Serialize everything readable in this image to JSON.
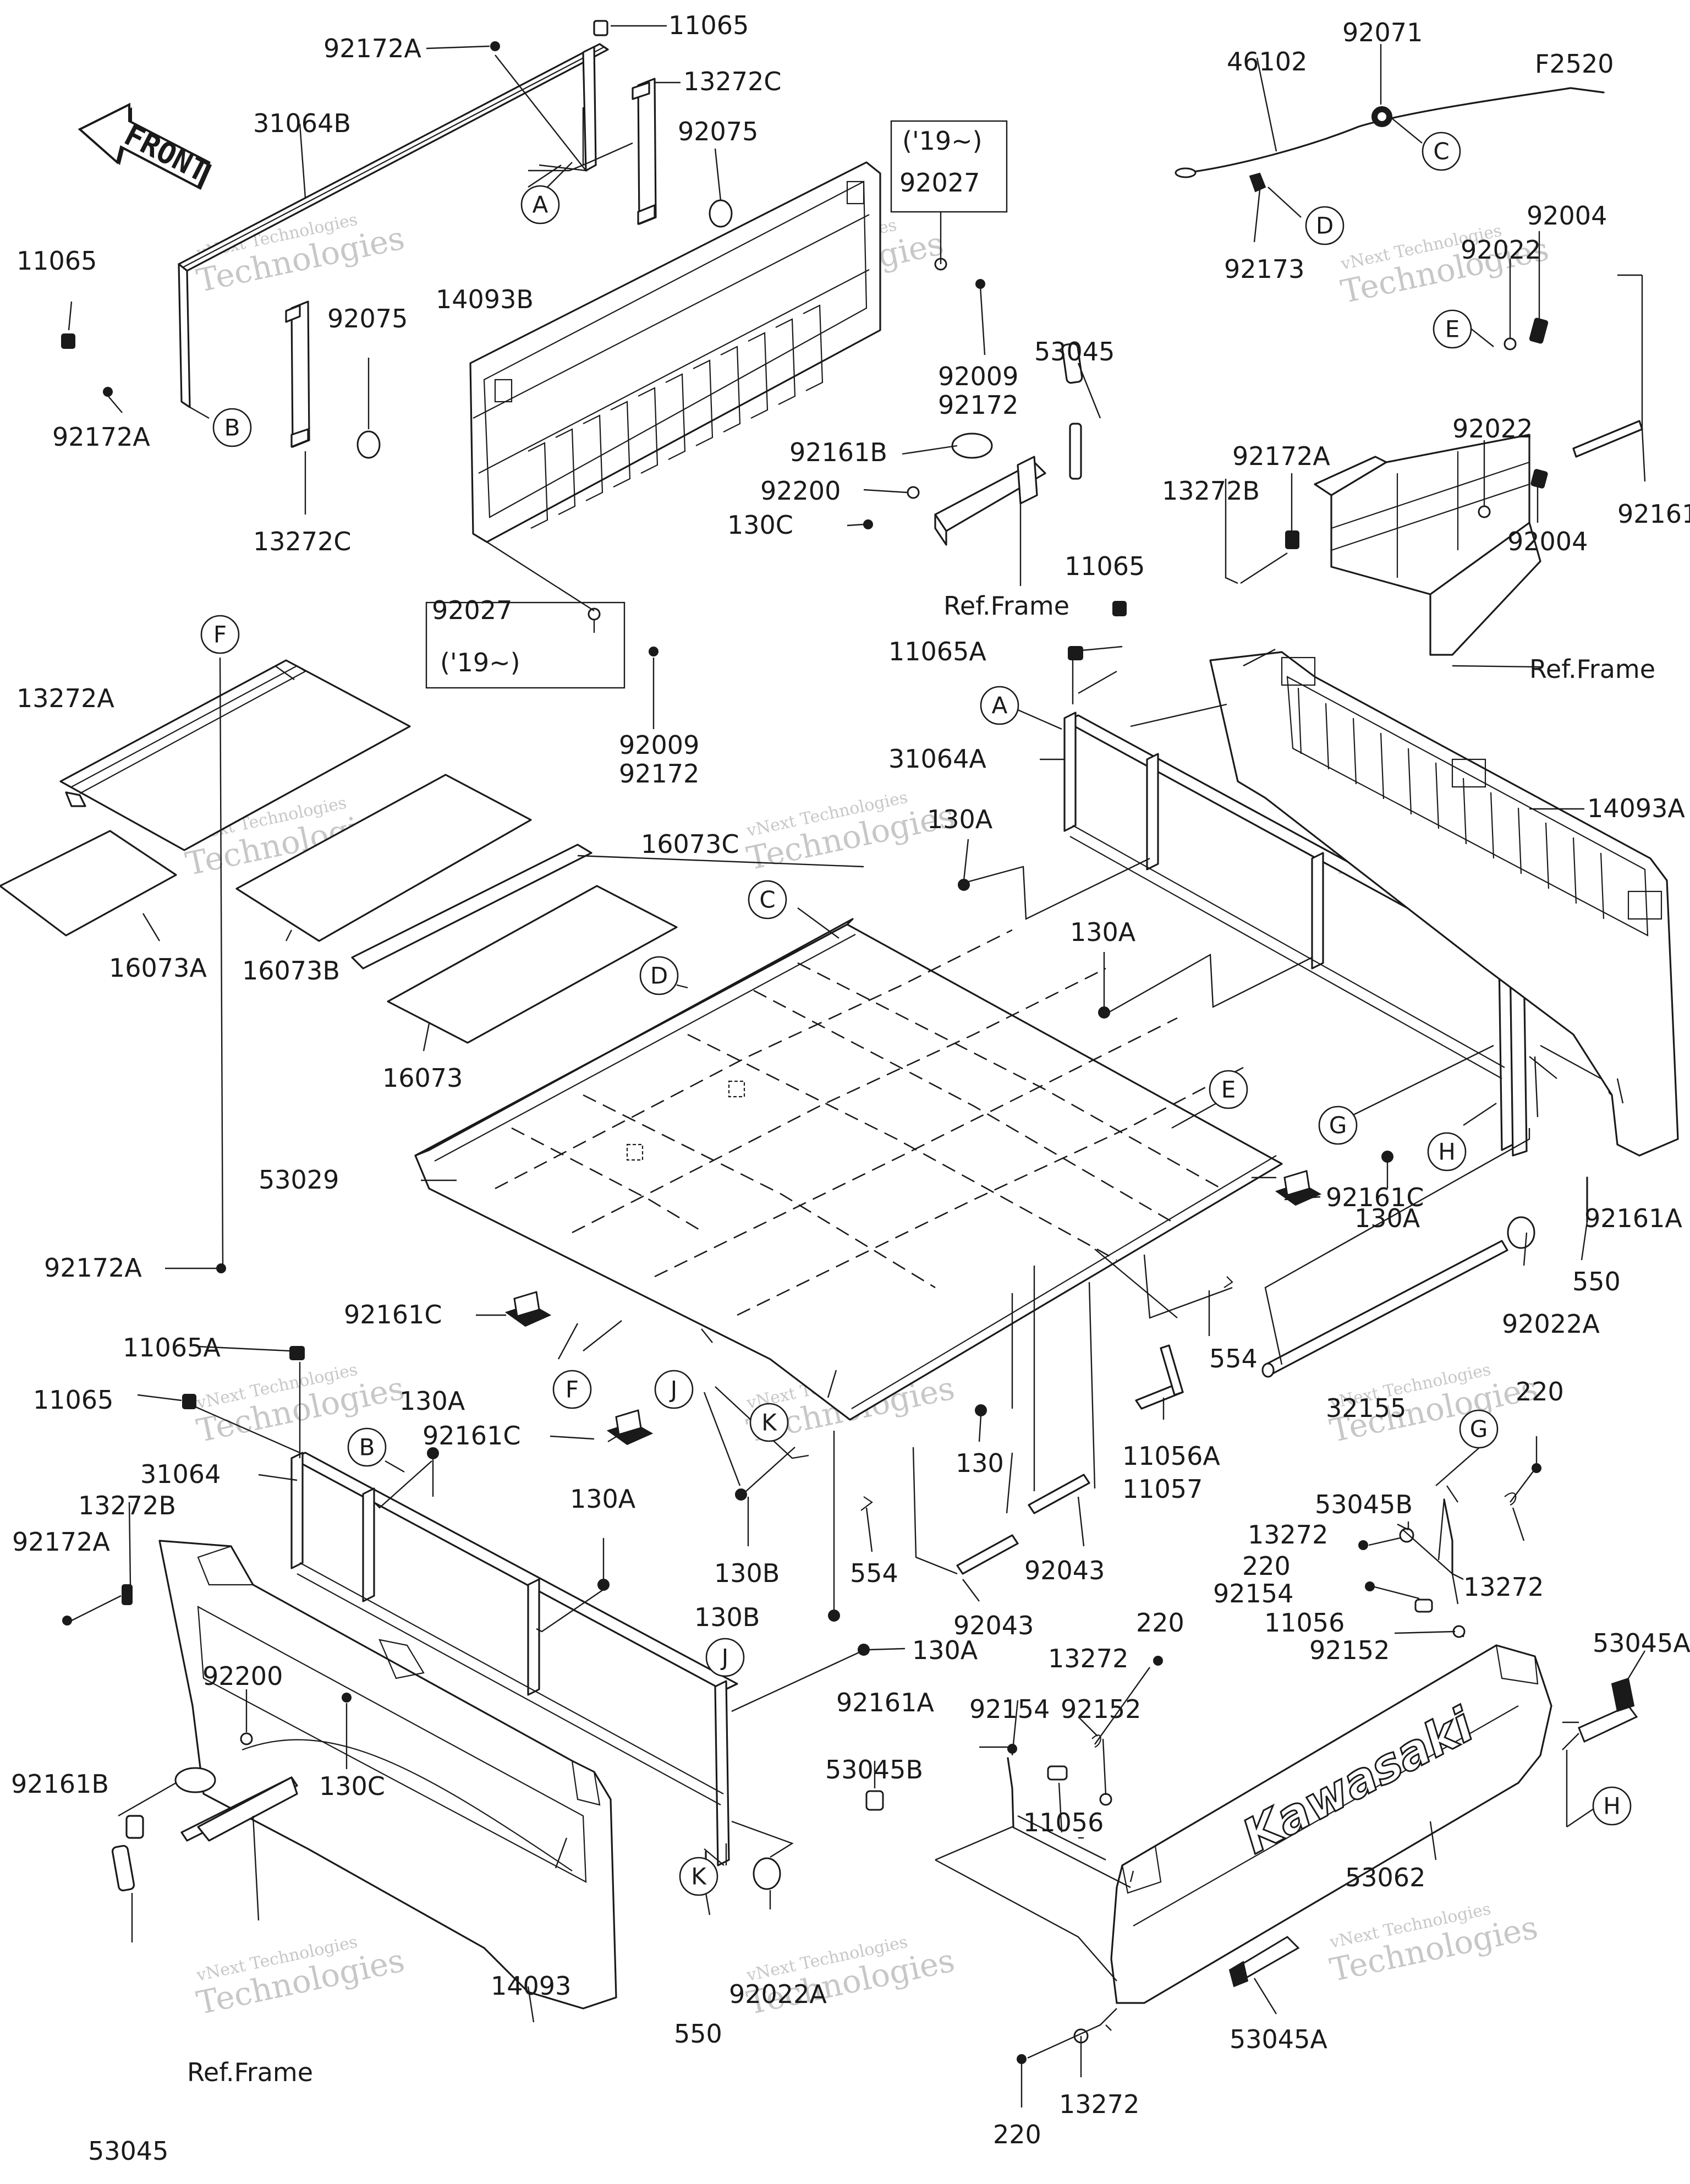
{
  "figure_code": "F2520",
  "front_label": "FRONT",
  "brand_label": "Kawasaki",
  "watermark": {
    "line1": "vNext Technologies",
    "line2": "Technologies"
  },
  "labels": {
    "l11065_top": "11065",
    "l92172A_top": "92172A",
    "l13272C_top": "13272C",
    "l92075_top": "92075",
    "l31064B": "31064B",
    "l19_top": "('19~)",
    "l92027_top": "92027",
    "l11065_left": "11065",
    "l14093B": "14093B",
    "l92075_left": "92075",
    "l92172A_left": "92172A",
    "l13272C_left": "13272C",
    "l92009_top": "92009",
    "l92172_top": "92172",
    "l53045_top": "53045",
    "l92161B_top": "92161B",
    "l92200_top": "92200",
    "l130C_top": "130C",
    "l46102": "46102",
    "l92071": "92071",
    "l92173": "92173",
    "l92004_a": "92004",
    "l92022_a": "92022",
    "l92022_b": "92022",
    "l92004_b": "92004",
    "l92161": "92161",
    "l92172A_mid": "92172A",
    "l13272B_top": "13272B",
    "l ref_frame_top": "Ref.Frame",
    "l_ref_frame_right": "Ref.Frame",
    "l92027_mid": "92027",
    "l19_mid": "('19~)",
    "l11065_mid": "11065",
    "l11065A_mid": "11065A",
    "l92009_mid": "92009",
    "l92172_mid": "92172",
    "l13272A": "13272A",
    "l31064A": "31064A",
    "l14093A": "14093A",
    "l16073C": "16073C",
    "l130A_a": "130A",
    "l130A_b": "130A",
    "l16073A": "16073A",
    "l16073B": "16073B",
    "l16073": "16073",
    "l92172A_low": "92172A",
    "l92161A_right": "92161A",
    "l130A_c": "130A",
    "l53029": "53029",
    "l92161C_right": "92161C",
    "l550_right": "550",
    "l92161C_left": "92161C",
    "l92022A_right": "92022A",
    "l554_right": "554",
    "l11065A_low": "11065A",
    "l11065_low": "11065",
    "l130A_d": "130A",
    "l31064": "31064",
    "l13272B_low": "13272B",
    "l92161C_mid": "92161C",
    "l32155": "32155",
    "l220_a": "220",
    "l92172A_bottom": "92172A",
    "l130A_e": "130A",
    "l130": "130",
    "l11056A": "11056A",
    "l11057": "11057",
    "l53045B_right": "53045B",
    "l13272_a": "13272",
    "l220_b": "220",
    "l13272_b": "13272",
    "l92154_a": "92154",
    "l11056_a": "11056",
    "l92152_a": "92152",
    "l130B_a": "130B",
    "l554_mid": "554",
    "l92043_a": "92043",
    "l92043_b": "92043",
    "l130B_b": "130B",
    "l130A_f": "130A",
    "l53045A_a": "53045A",
    "l220_c": "220",
    "l13272_c": "13272",
    "l92161A_low": "92161A",
    "l92154_b": "92154",
    "l92152_b": "92152",
    "l92200_low": "92200",
    "l130C_low": "130C",
    "l92161B_low": "92161B",
    "l53045B_low": "53045B",
    "l11056_b": "11056",
    "l53062": "53062",
    "l14093": "14093",
    "l550_low": "550",
    "l92022A_low": "92022A",
    "l_ref_frame_low": "Ref.Frame",
    "l53045A_b": "53045A",
    "l53045_low": "53045",
    "l220_d": "220",
    "l13272_d": "13272"
  },
  "callouts": {
    "A": "A",
    "B": "B",
    "C": "C",
    "D": "D",
    "E": "E",
    "F": "F",
    "G": "G",
    "H": "H",
    "J": "J",
    "K": "K"
  }
}
